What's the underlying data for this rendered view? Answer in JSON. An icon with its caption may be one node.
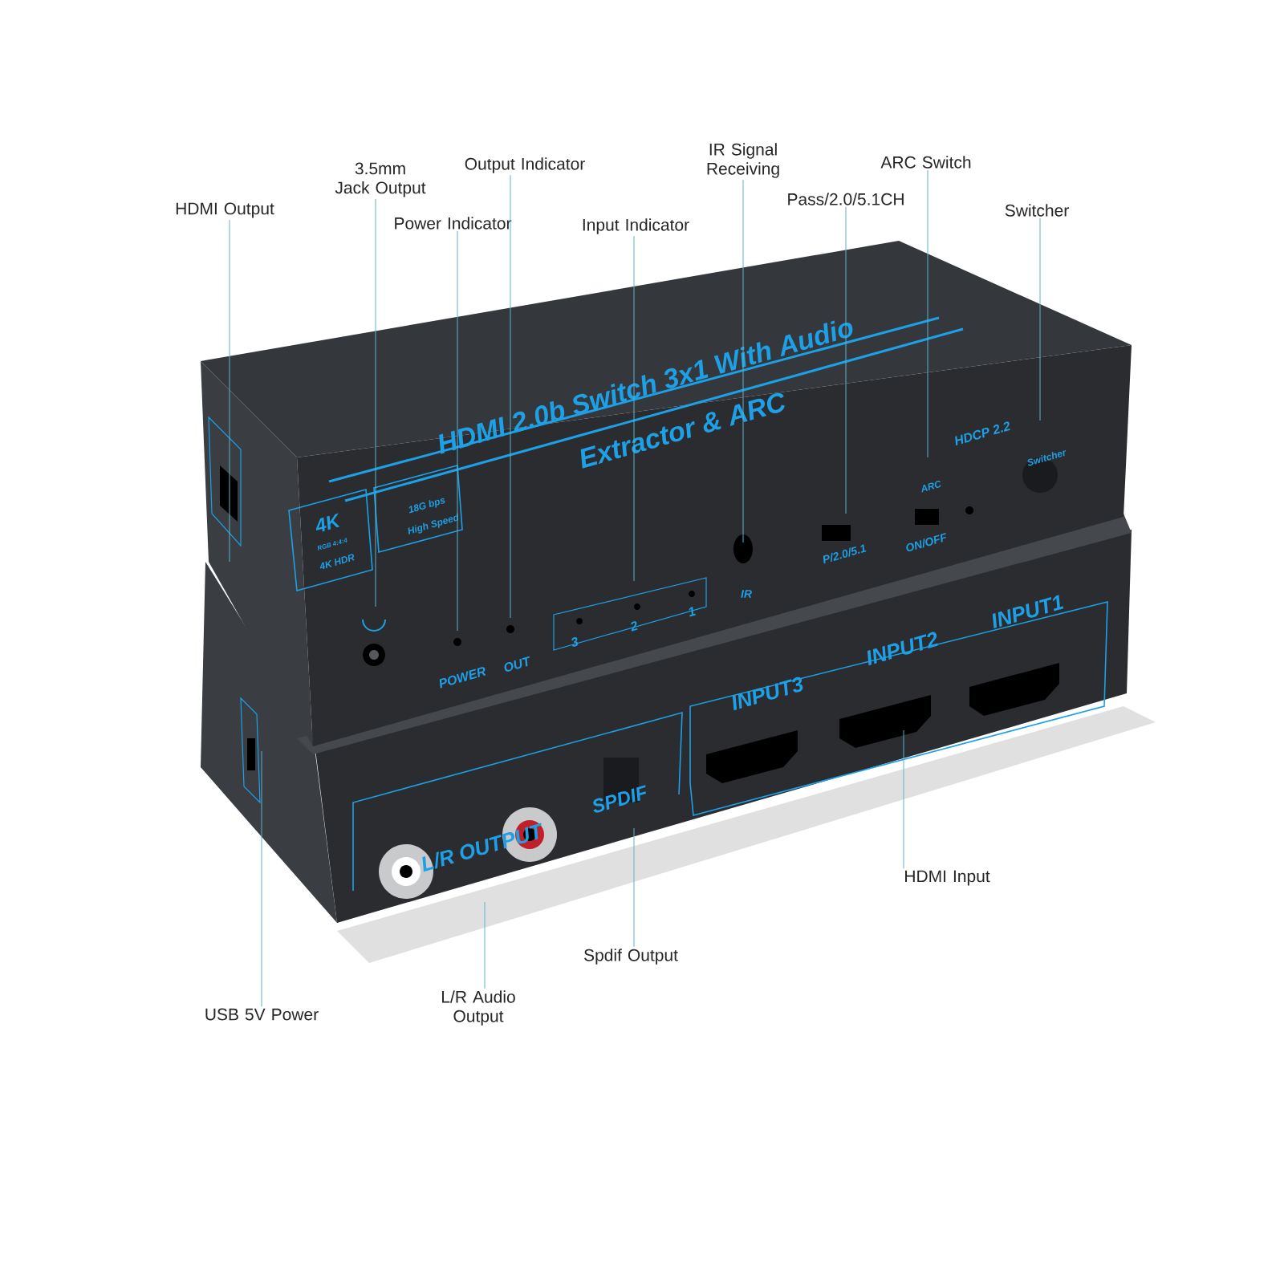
{
  "diagram": {
    "nodes": [
      {
        "text": [
          "HDMI Output"
        ]
      },
      {
        "text": [
          "3.5mm Jack Output"
        ]
      },
      {
        "text": [
          "Power Indicator"
        ]
      },
      {
        "text": [
          "Output Indicator"
        ]
      },
      {
        "text": [
          "Input Indicator"
        ]
      },
      {
        "text": [
          "IR Signal Receiving"
        ]
      },
      {
        "text": [
          "Pass/2.0/5.1CH"
        ]
      },
      {
        "text": [
          "ARC Switch"
        ]
      },
      {
        "text": [
          "Switcher"
        ]
      },
      {
        "text": [
          "HDMI Input"
        ]
      },
      {
        "text": [
          "Spdif Output"
        ]
      },
      {
        "text": [
          "L/R Audio Output"
        ]
      },
      {
        "text": [
          "USB 5V Power"
        ]
      }
    ],
    "edges": [
      {
        "from": 0,
        "to": null,
        "arrow": "none"
      },
      {
        "from": 1,
        "to": null,
        "arrow": "none"
      },
      {
        "from": 2,
        "to": null,
        "arrow": "none"
      },
      {
        "from": 3,
        "to": null,
        "arrow": "none"
      },
      {
        "from": 4,
        "to": null,
        "arrow": "none"
      },
      {
        "from": 5,
        "to": null,
        "arrow": "none"
      },
      {
        "from": 6,
        "to": null,
        "arrow": "none"
      },
      {
        "from": 7,
        "to": null,
        "arrow": "none"
      },
      {
        "from": 8,
        "to": null,
        "arrow": "none"
      },
      {
        "from": 9,
        "to": null,
        "arrow": "none"
      },
      {
        "from": 10,
        "to": null,
        "arrow": "none"
      },
      {
        "from": 11,
        "to": null,
        "arrow": "none"
      },
      {
        "from": 12,
        "to": null,
        "arrow": "none"
      }
    ],
    "labels": [
      "HDMI 2.0b Switch 3x1 With Audio",
      "Extractor & ARC",
      "4K",
      "RGB 4:4:4",
      "4K HDR",
      "18G bps",
      "High Speed",
      "HDCP 2.2",
      "Switcher",
      "ARC",
      "ON/OFF",
      "P/2.0/5.1",
      "IR",
      "POWER",
      "OUT",
      "3",
      "2",
      "1",
      "INPUT3",
      "INPUT2",
      "INPUT1",
      "L/R OUTPUT",
      "SPDIF"
    ]
  }
}
